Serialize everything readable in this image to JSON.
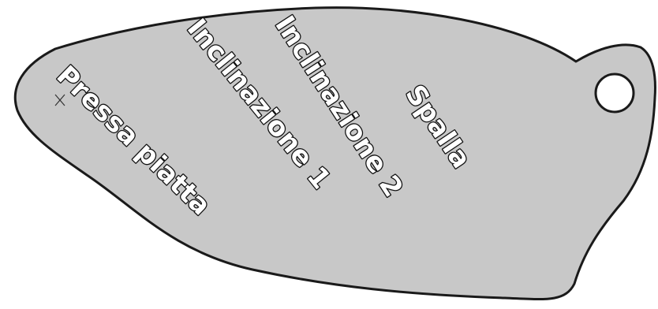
{
  "diagram": {
    "plate_fill": "#c8c8c8",
    "outline_color": "#1a1a1a",
    "label_text_color": "#ffffff",
    "label_outline_color": "#111111",
    "zones": [
      {
        "id": "pressa-piatta",
        "label": "Pressa piatta"
      },
      {
        "id": "inclinazione-1",
        "label": "Inclinazione 1"
      },
      {
        "id": "inclinazione-2",
        "label": "Inclinazione 2"
      },
      {
        "id": "spalla",
        "label": "Spalla"
      }
    ]
  }
}
